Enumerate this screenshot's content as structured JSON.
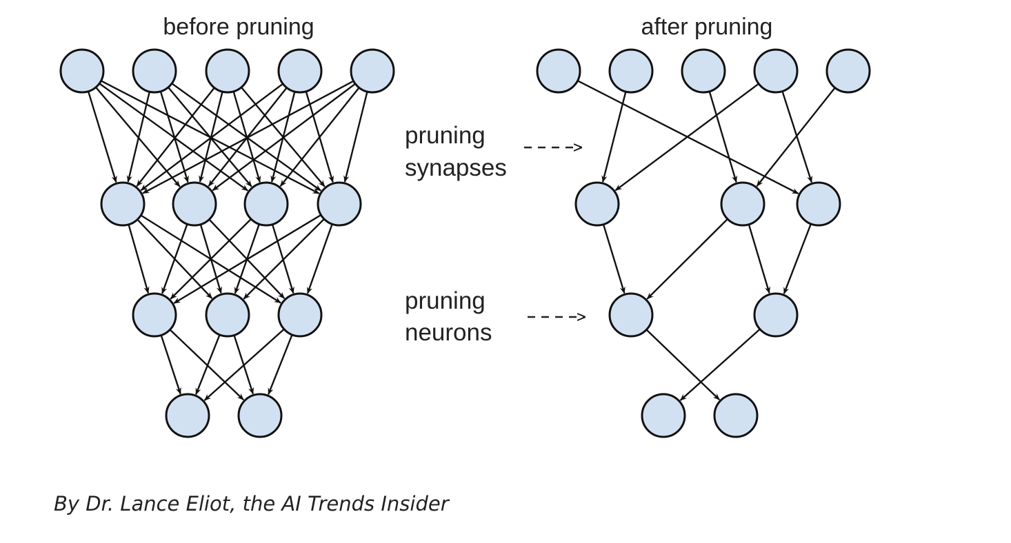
{
  "diagram": {
    "before": {
      "title": "before pruning",
      "layers": [
        5,
        4,
        3,
        2
      ],
      "edges_mode": "fully-connected"
    },
    "after": {
      "title": "after pruning",
      "layers": [
        5,
        3,
        2,
        2
      ],
      "edges": [
        [
          [
            0,
            2
          ],
          [
            1,
            0
          ],
          [
            2,
            1
          ],
          [
            3,
            0
          ],
          [
            3,
            2
          ],
          [
            4,
            1
          ]
        ],
        [
          [
            0,
            0
          ],
          [
            1,
            0
          ],
          [
            1,
            1
          ],
          [
            2,
            1
          ]
        ],
        [
          [
            0,
            1
          ],
          [
            1,
            0
          ]
        ]
      ]
    },
    "annotations": [
      {
        "line1": "pruning",
        "line2": "synapses"
      },
      {
        "line1": "pruning",
        "line2": "neurons"
      }
    ]
  },
  "caption": "By Dr. Lance Eliot, the AI Trends Insider"
}
